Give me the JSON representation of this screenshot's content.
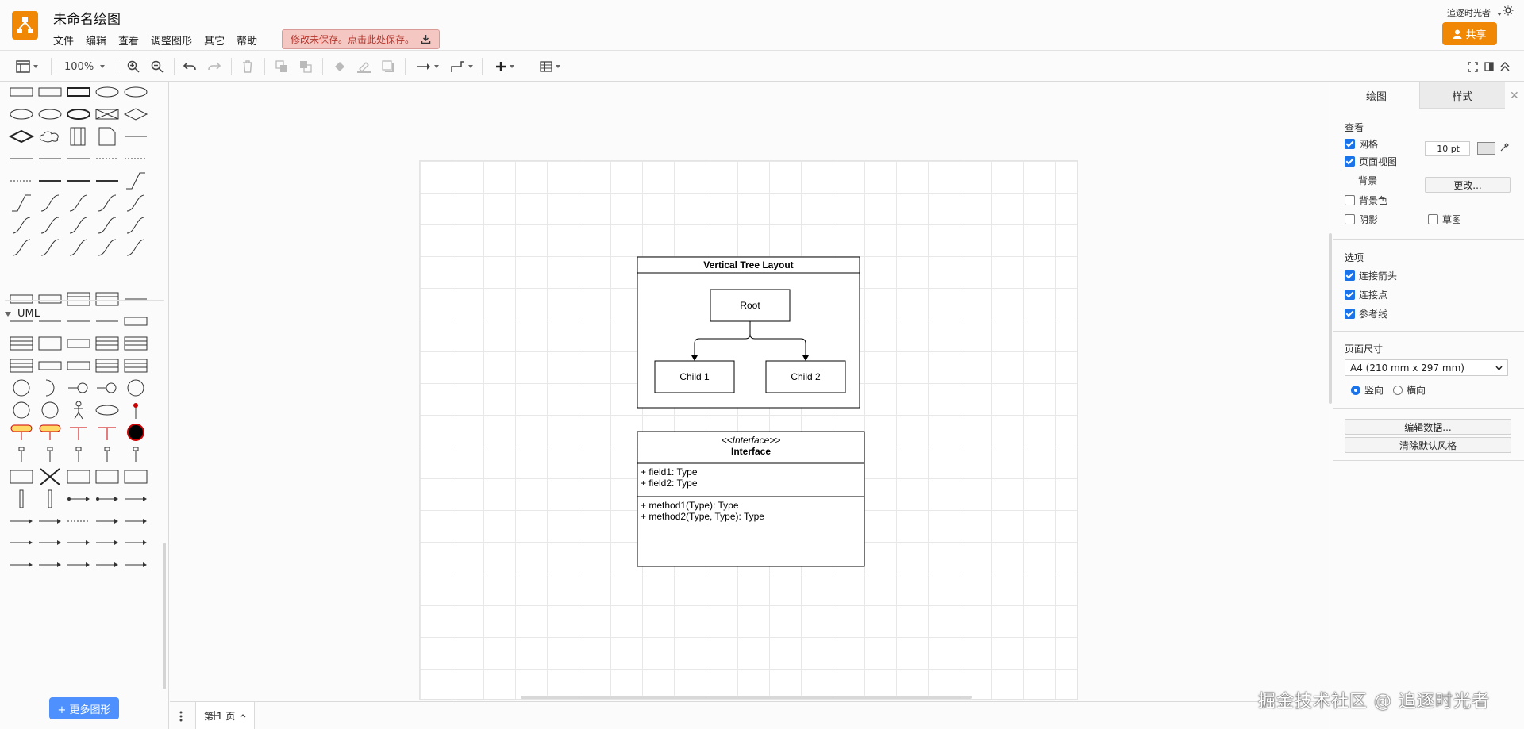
{
  "app": {
    "title": "未命名绘图",
    "unsaved_notice": "修改未保存。点击此处保存。",
    "user_name": "追逐时光者",
    "share_label": "共享",
    "brand_color": "#f08705"
  },
  "menu": [
    "文件",
    "编辑",
    "查看",
    "调整图形",
    "其它",
    "帮助"
  ],
  "toolbar": {
    "zoom": "100%",
    "icons": [
      "view-panels-icon",
      "zoom-in-icon",
      "zoom-out-icon",
      "undo-icon",
      "redo-icon",
      "delete-icon",
      "to-front-icon",
      "to-back-icon",
      "fill-color-icon",
      "line-color-icon",
      "shadow-icon",
      "connection-icon",
      "waypoints-icon",
      "insert-icon",
      "table-icon",
      "fullscreen-icon",
      "format-panel-icon",
      "collapse-icon"
    ]
  },
  "sidebar": {
    "uml_section": "UML",
    "more_shapes": "+ 更多图形"
  },
  "diagram": {
    "tree_title": "Vertical Tree Layout",
    "root": "Root",
    "child1": "Child 1",
    "child2": "Child 2",
    "interface_stereotype": "<<Interface>>",
    "interface_name": "Interface",
    "field1": "+ field1: Type",
    "field2": "+ field2: Type",
    "method1": "+ method1(Type): Type",
    "method2": "+ method2(Type, Type): Type"
  },
  "bottom": {
    "page_tab": "第 1 页"
  },
  "format_panel": {
    "tab_diagram": "绘图",
    "tab_style": "样式",
    "view_title": "查看",
    "grid": "网格",
    "grid_size": "10 pt",
    "page_view": "页面视图",
    "background": "背景",
    "change": "更改...",
    "background_color": "背景色",
    "shadow": "阴影",
    "sketch": "草图",
    "options_title": "选项",
    "connection_arrows": "连接箭头",
    "connection_points": "连接点",
    "guides": "参考线",
    "page_size_title": "页面尺寸",
    "page_size": "A4 (210 mm x 297 mm)",
    "portrait": "竖向",
    "landscape": "横向",
    "edit_data": "编辑数据...",
    "clear_style": "清除默认风格"
  },
  "watermark": "掘金技术社区 @ 追逐时光者"
}
